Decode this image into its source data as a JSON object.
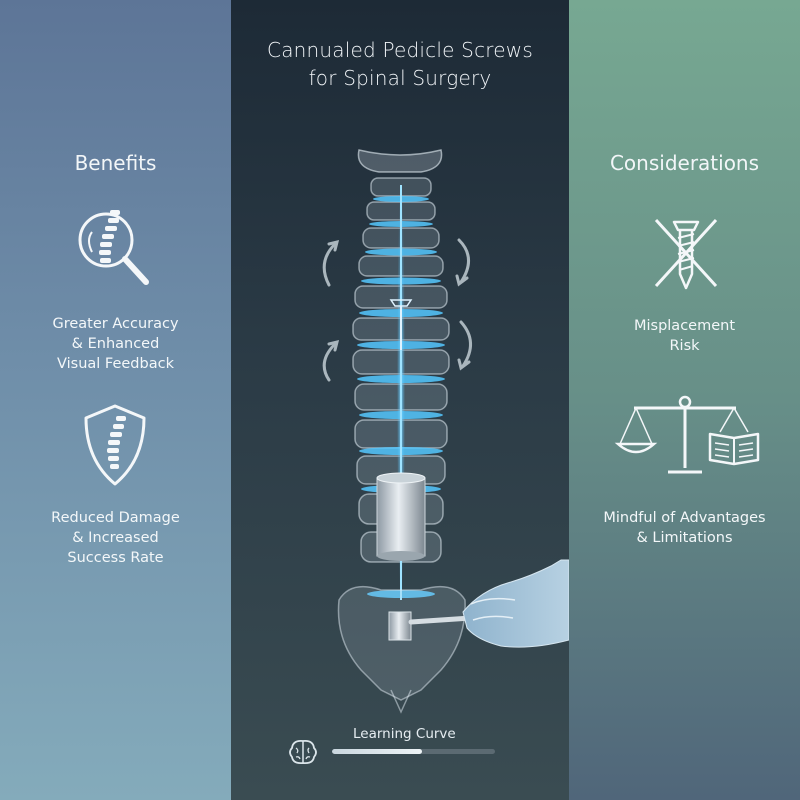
{
  "title": {
    "line1": "Cannualed Pedicle Screws",
    "line2": "for Spinal Surgery"
  },
  "benefits": {
    "heading": "Benefits",
    "items": [
      {
        "icon": "magnifier-spine-icon",
        "lines": [
          "Greater Accuracy",
          "& Enhanced",
          "Visual Feedback"
        ]
      },
      {
        "icon": "shield-spine-icon",
        "lines": [
          "Reduced Damage",
          "& Increased",
          "Success Rate"
        ]
      }
    ]
  },
  "considerations": {
    "heading": "Considerations",
    "items": [
      {
        "icon": "crossed-screw-icon",
        "lines": [
          "Misplacement",
          "Risk"
        ]
      },
      {
        "icon": "scale-book-icon",
        "lines": [
          "Mindful of Advantages",
          "& Limitations"
        ]
      }
    ]
  },
  "learning_curve": {
    "label": "Learning Curve",
    "progress": 0.55,
    "icon": "brain-icon"
  },
  "colors": {
    "left_panel": "#6f8ea9",
    "center_panel": "#2b3b46",
    "right_panel": "#678f88",
    "glow": "#4fc3ff"
  }
}
